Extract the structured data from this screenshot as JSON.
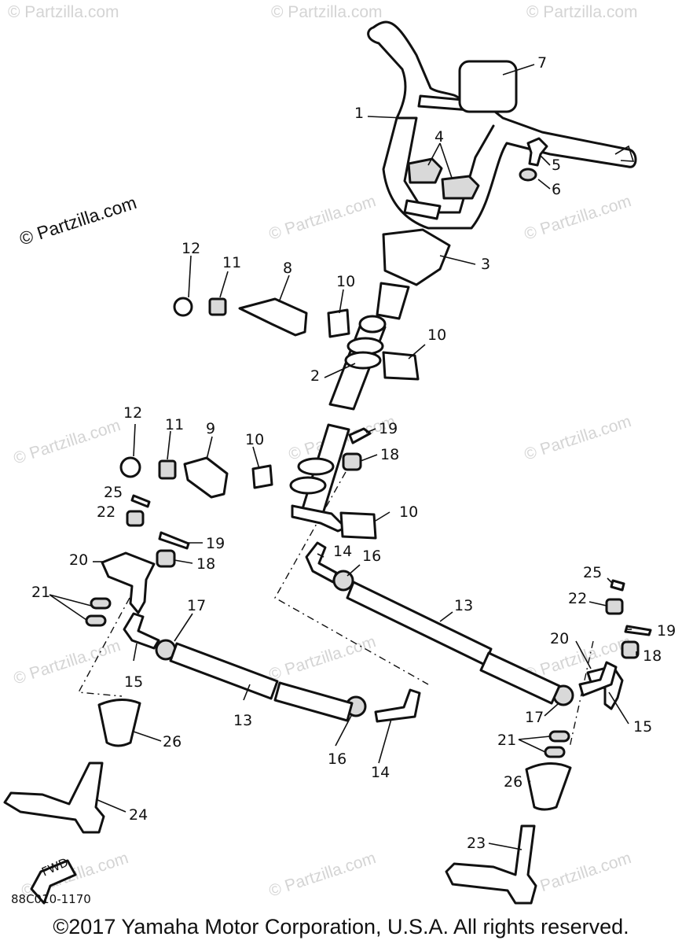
{
  "watermark": {
    "text": "© Partzilla.com"
  },
  "diagram_code": "88C010-1170",
  "fwd_label": "FWD",
  "copyright": "©2017  Yamaha Motor Corporation, U.S.A. All rights reserved.",
  "callouts": [
    {
      "id": "c1",
      "label": "1"
    },
    {
      "id": "c2",
      "label": "2"
    },
    {
      "id": "c3",
      "label": "3"
    },
    {
      "id": "c4",
      "label": "4"
    },
    {
      "id": "c5",
      "label": "5"
    },
    {
      "id": "c6",
      "label": "6"
    },
    {
      "id": "c7",
      "label": "7"
    },
    {
      "id": "c8",
      "label": "8"
    },
    {
      "id": "c9",
      "label": "9"
    },
    {
      "id": "c10a",
      "label": "10"
    },
    {
      "id": "c10b",
      "label": "10"
    },
    {
      "id": "c10c",
      "label": "10"
    },
    {
      "id": "c10d",
      "label": "10"
    },
    {
      "id": "c11a",
      "label": "11"
    },
    {
      "id": "c11b",
      "label": "11"
    },
    {
      "id": "c12a",
      "label": "12"
    },
    {
      "id": "c12b",
      "label": "12"
    },
    {
      "id": "c13a",
      "label": "13"
    },
    {
      "id": "c13b",
      "label": "13"
    },
    {
      "id": "c14a",
      "label": "14"
    },
    {
      "id": "c14b",
      "label": "14"
    },
    {
      "id": "c15a",
      "label": "15"
    },
    {
      "id": "c15b",
      "label": "15"
    },
    {
      "id": "c16a",
      "label": "16"
    },
    {
      "id": "c16b",
      "label": "16"
    },
    {
      "id": "c17a",
      "label": "17"
    },
    {
      "id": "c17b",
      "label": "17"
    },
    {
      "id": "c18a",
      "label": "18"
    },
    {
      "id": "c18b",
      "label": "18"
    },
    {
      "id": "c18c",
      "label": "18"
    },
    {
      "id": "c19a",
      "label": "19"
    },
    {
      "id": "c19b",
      "label": "19"
    },
    {
      "id": "c19c",
      "label": "19"
    },
    {
      "id": "c20a",
      "label": "20"
    },
    {
      "id": "c20b",
      "label": "20"
    },
    {
      "id": "c21a",
      "label": "21"
    },
    {
      "id": "c21b",
      "label": "21"
    },
    {
      "id": "c22a",
      "label": "22"
    },
    {
      "id": "c22b",
      "label": "22"
    },
    {
      "id": "c23",
      "label": "23"
    },
    {
      "id": "c24",
      "label": "24"
    },
    {
      "id": "c25a",
      "label": "25"
    },
    {
      "id": "c25b",
      "label": "25"
    },
    {
      "id": "c26a",
      "label": "26"
    },
    {
      "id": "c26b",
      "label": "26"
    }
  ]
}
